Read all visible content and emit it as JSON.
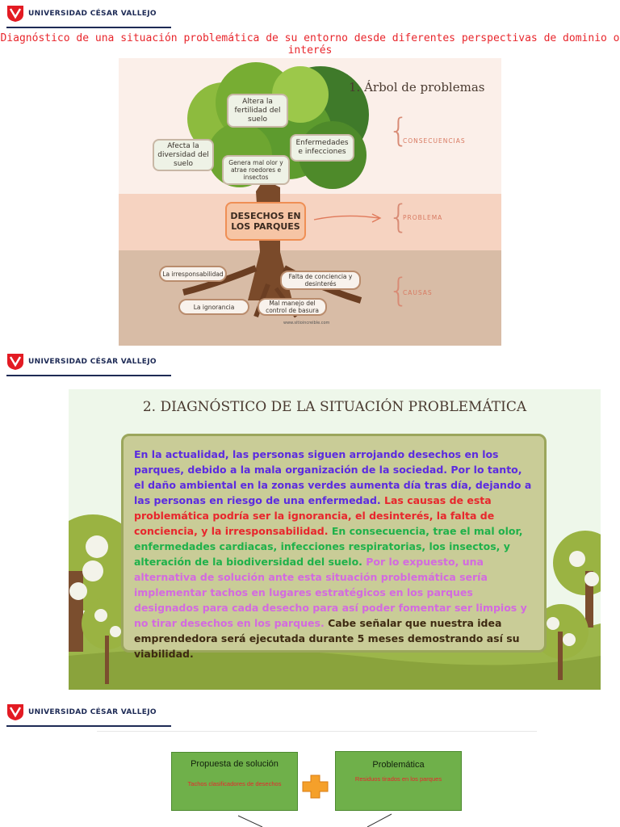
{
  "university_name": "Universidad César Vallejo",
  "doc_title": "Diagnóstico de una situación problemática de su entorno desde diferentes perspectivas de dominio o interés",
  "slide1": {
    "title": "1.   Árbol de problemas",
    "consequences": [
      "Altera la fertilidad del suelo",
      "Afecta la diversidad del suelo",
      "Enfermedades e infecciones",
      "Genera mal olor y atrae roedores e insectos"
    ],
    "problem": "DESECHOS EN LOS PARQUES",
    "causes": [
      "La irresponsabilidad",
      "Falta de conciencia y desinterés",
      "La ignorancia",
      "Mal manejo del control de basura"
    ],
    "label_consequences": "CONSECUENCIAS",
    "label_problem": "PROBLEMA",
    "label_causes": "CAUSAS",
    "credit": "www.sitioincreible.com",
    "colors": {
      "band_top": "#fbefe9",
      "band_mid": "#f6d3c1",
      "band_bottom": "#d8bca6",
      "problem_box": "#f6c5a5"
    }
  },
  "slide2": {
    "title": "2. DIAGNÓSTICO DE LA SITUACIÓN PROBLEMÁTICA",
    "p_blue": "En la actualidad, las personas siguen arrojando desechos en los parques, debido a la mala organización de la sociedad. Por lo tanto, el daño ambiental en la zonas verdes aumenta día tras día, dejando a las personas en riesgo de una enfermedad.",
    "p_red": "Las causas de esta problemática podría ser la ignorancia, el desinterés, la falta de conciencia, y la irresponsabilidad.",
    "p_green": "En consecuencia, trae el mal olor, enfermedades cardiacas, infecciones respiratorias, los insectos, y alteración de la biodiversidad del suelo.",
    "p_pink": "Por lo expuesto, una alternativa de solución ante esta situación problemática sería implementar tachos en lugares estratégicos en los parques designados para cada desecho para así poder fomentar ser limpios y no tirar desechos en los parques.",
    "p_brown": "Cabe señalar que nuestra idea emprendedora será ejecutada durante 5 meses demostrando así su viabilidad.",
    "colors": {
      "blue": "#5b2be0",
      "red": "#e8262c",
      "green": "#1fb14a",
      "pink": "#d36ae0",
      "brown": "#3e2a12",
      "card": "#c9cc97"
    }
  },
  "slide3": {
    "box1_label": "Propuesta de solución",
    "box1_sub": "Tachos clasificadores de desechos",
    "box2_label": "Problemática",
    "box2_sub": "Residuos tirados en los parques",
    "colors": {
      "box": "#6fb04a",
      "plus": "#f5a02a"
    }
  }
}
